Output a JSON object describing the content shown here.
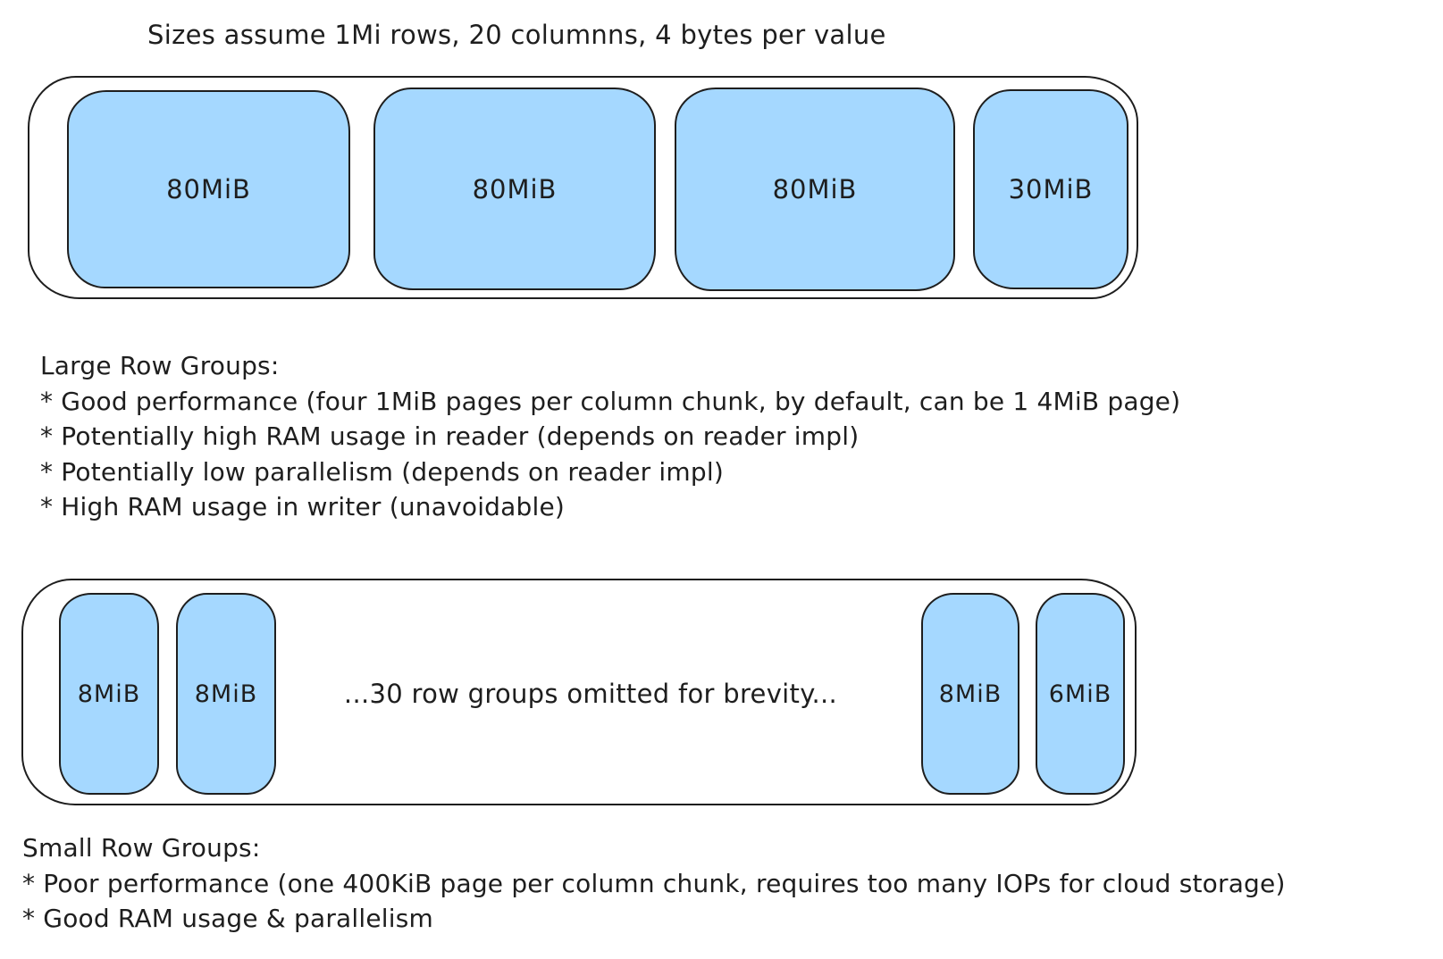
{
  "title": "Sizes assume 1Mi rows, 20 columnns, 4 bytes per value",
  "colors": {
    "background": "#ffffff",
    "row_group_fill": "#a5d8ff",
    "stroke": "#1e1e1e",
    "text": "#1e1e1e"
  },
  "large_row_groups_file": {
    "boxes": [
      {
        "label": "80MiB"
      },
      {
        "label": "80MiB"
      },
      {
        "label": "80MiB"
      },
      {
        "label": "30MiB"
      }
    ]
  },
  "large_row_groups_notes": {
    "heading": "Large Row Groups:",
    "bullets": [
      "* Good performance (four 1MiB pages per column chunk, by default, can be 1 4MiB page)",
      "* Potentially high RAM usage in reader (depends on reader impl)",
      "* Potentially low parallelism (depends on reader impl)",
      "* High RAM usage in writer (unavoidable)"
    ]
  },
  "small_row_groups_file": {
    "left_boxes": [
      {
        "label": "8MiB"
      },
      {
        "label": "8MiB"
      }
    ],
    "omitted_note": "...30 row groups omitted for brevity...",
    "right_boxes": [
      {
        "label": "8MiB"
      },
      {
        "label": "6MiB"
      }
    ]
  },
  "small_row_groups_notes": {
    "heading": "Small Row Groups:",
    "bullets": [
      "* Poor performance (one 400KiB page per column chunk, requires too many IOPs for cloud storage)",
      "* Good RAM usage & parallelism"
    ]
  }
}
